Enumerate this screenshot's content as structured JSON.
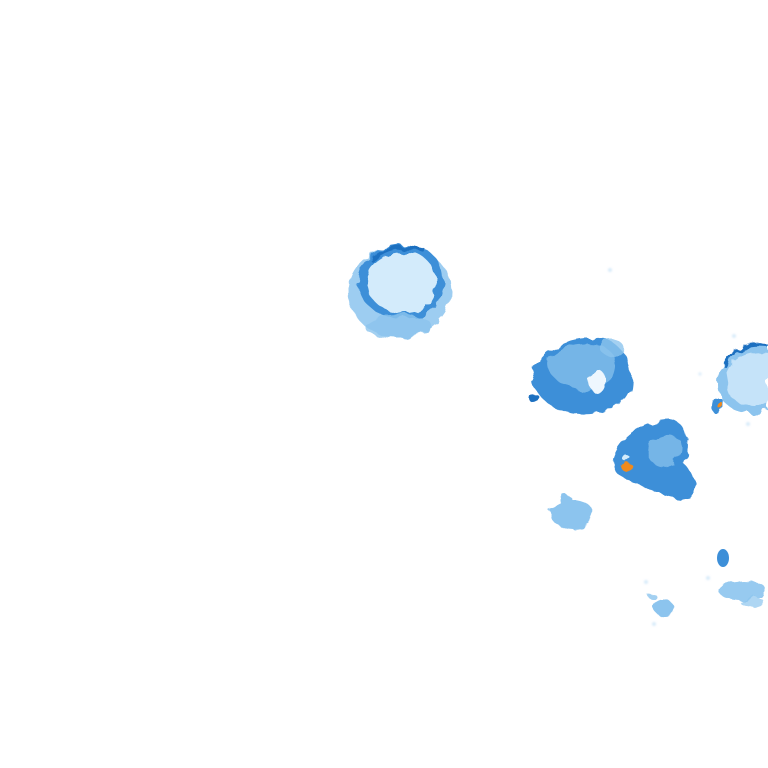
{
  "scene": {
    "background": "#ffffff",
    "palette": {
      "deep": "#1f6fc0",
      "mid": "#3d8fd8",
      "light": "#8cc4ee",
      "pale": "#d3ebfb",
      "speck": "#eef7fe",
      "accent": "#f08a1c"
    },
    "regions": [
      {
        "name": "blob-upper-left"
      },
      {
        "name": "blob-center-right"
      },
      {
        "name": "blob-far-right"
      },
      {
        "name": "blob-lower-center"
      },
      {
        "name": "patch-small-left"
      },
      {
        "name": "dot-right"
      },
      {
        "name": "patch-bottom-right"
      },
      {
        "name": "patch-bottom-center"
      }
    ]
  }
}
